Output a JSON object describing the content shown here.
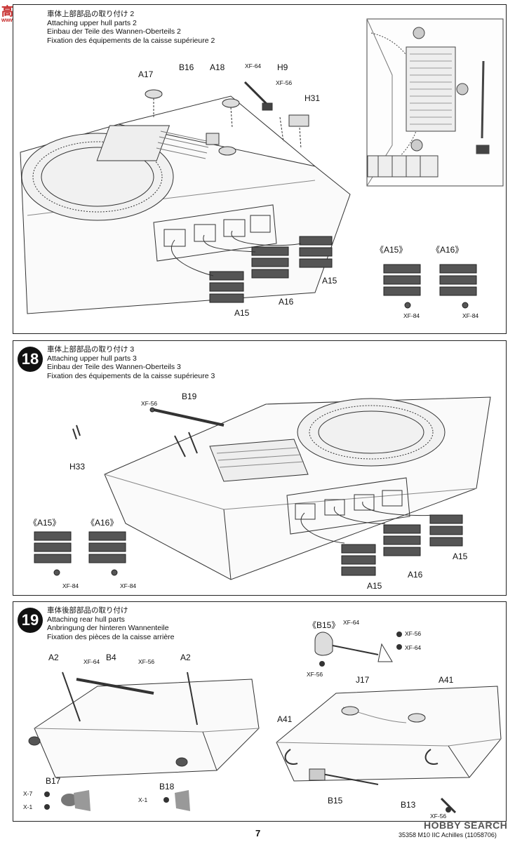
{
  "watermark_top": {
    "text": "高手",
    "url": "www.gaoshou.net"
  },
  "watermark_bottom": "HOBBY SEARCH",
  "page_number": "7",
  "footer_info": "35358 M10 IIC Achilles (11058706)",
  "step17": {
    "titles": [
      "車体上部部品の取り付け 2",
      "Attaching upper hull parts 2",
      "Einbau der Teile des Wannen-Oberteils 2",
      "Fixation des équipements de la caisse supérieure 2"
    ],
    "labels": {
      "a17": "A17",
      "b16": "B16",
      "a18": "A18",
      "xf64": "XF-64",
      "h9": "H9",
      "xf56": "XF-56",
      "h31": "H31",
      "a15_1": "A15",
      "a16": "A16",
      "a15_2": "A15",
      "a15_inset": "《A15》",
      "a16_inset": "《A16》",
      "xf84_1": "XF-84",
      "xf84_2": "XF-84"
    }
  },
  "step18": {
    "number": "18",
    "titles": [
      "車体上部部品の取り付け 3",
      "Attaching upper hull parts 3",
      "Einbau der Teile des Wannen-Oberteils 3",
      "Fixation des équipements de la caisse supérieure 3"
    ],
    "labels": {
      "xf56": "XF-56",
      "b19": "B19",
      "h33": "H33",
      "a15_inset": "《A15》",
      "a16_inset": "《A16》",
      "xf84_1": "XF-84",
      "xf84_2": "XF-84",
      "a15_1": "A15",
      "a16": "A16",
      "a15_2": "A15"
    }
  },
  "step19": {
    "number": "19",
    "titles": [
      "車体後部部品の取り付け",
      "Attaching rear hull parts",
      "Anbringung der hinteren Wannenteile",
      "Fixation des pièces de la caisse arrière"
    ],
    "labels": {
      "a2_l": "A2",
      "xf64_l": "XF-64",
      "b4": "B4",
      "xf56_l": "XF-56",
      "a2_r": "A2",
      "b17": "B17",
      "x7": "X-7",
      "x1_l": "X-1",
      "b18": "B18",
      "x1_r": "X-1",
      "b15_inset": "《B15》",
      "xf64_r": "XF-64",
      "xf56_r1": "XF-56",
      "xf64_r2": "XF-64",
      "xf56_r2": "XF-56",
      "j17": "J17",
      "a41_r": "A41",
      "a41_l": "A41",
      "b15": "B15",
      "b13": "B13",
      "xf56_b": "XF-56"
    }
  }
}
